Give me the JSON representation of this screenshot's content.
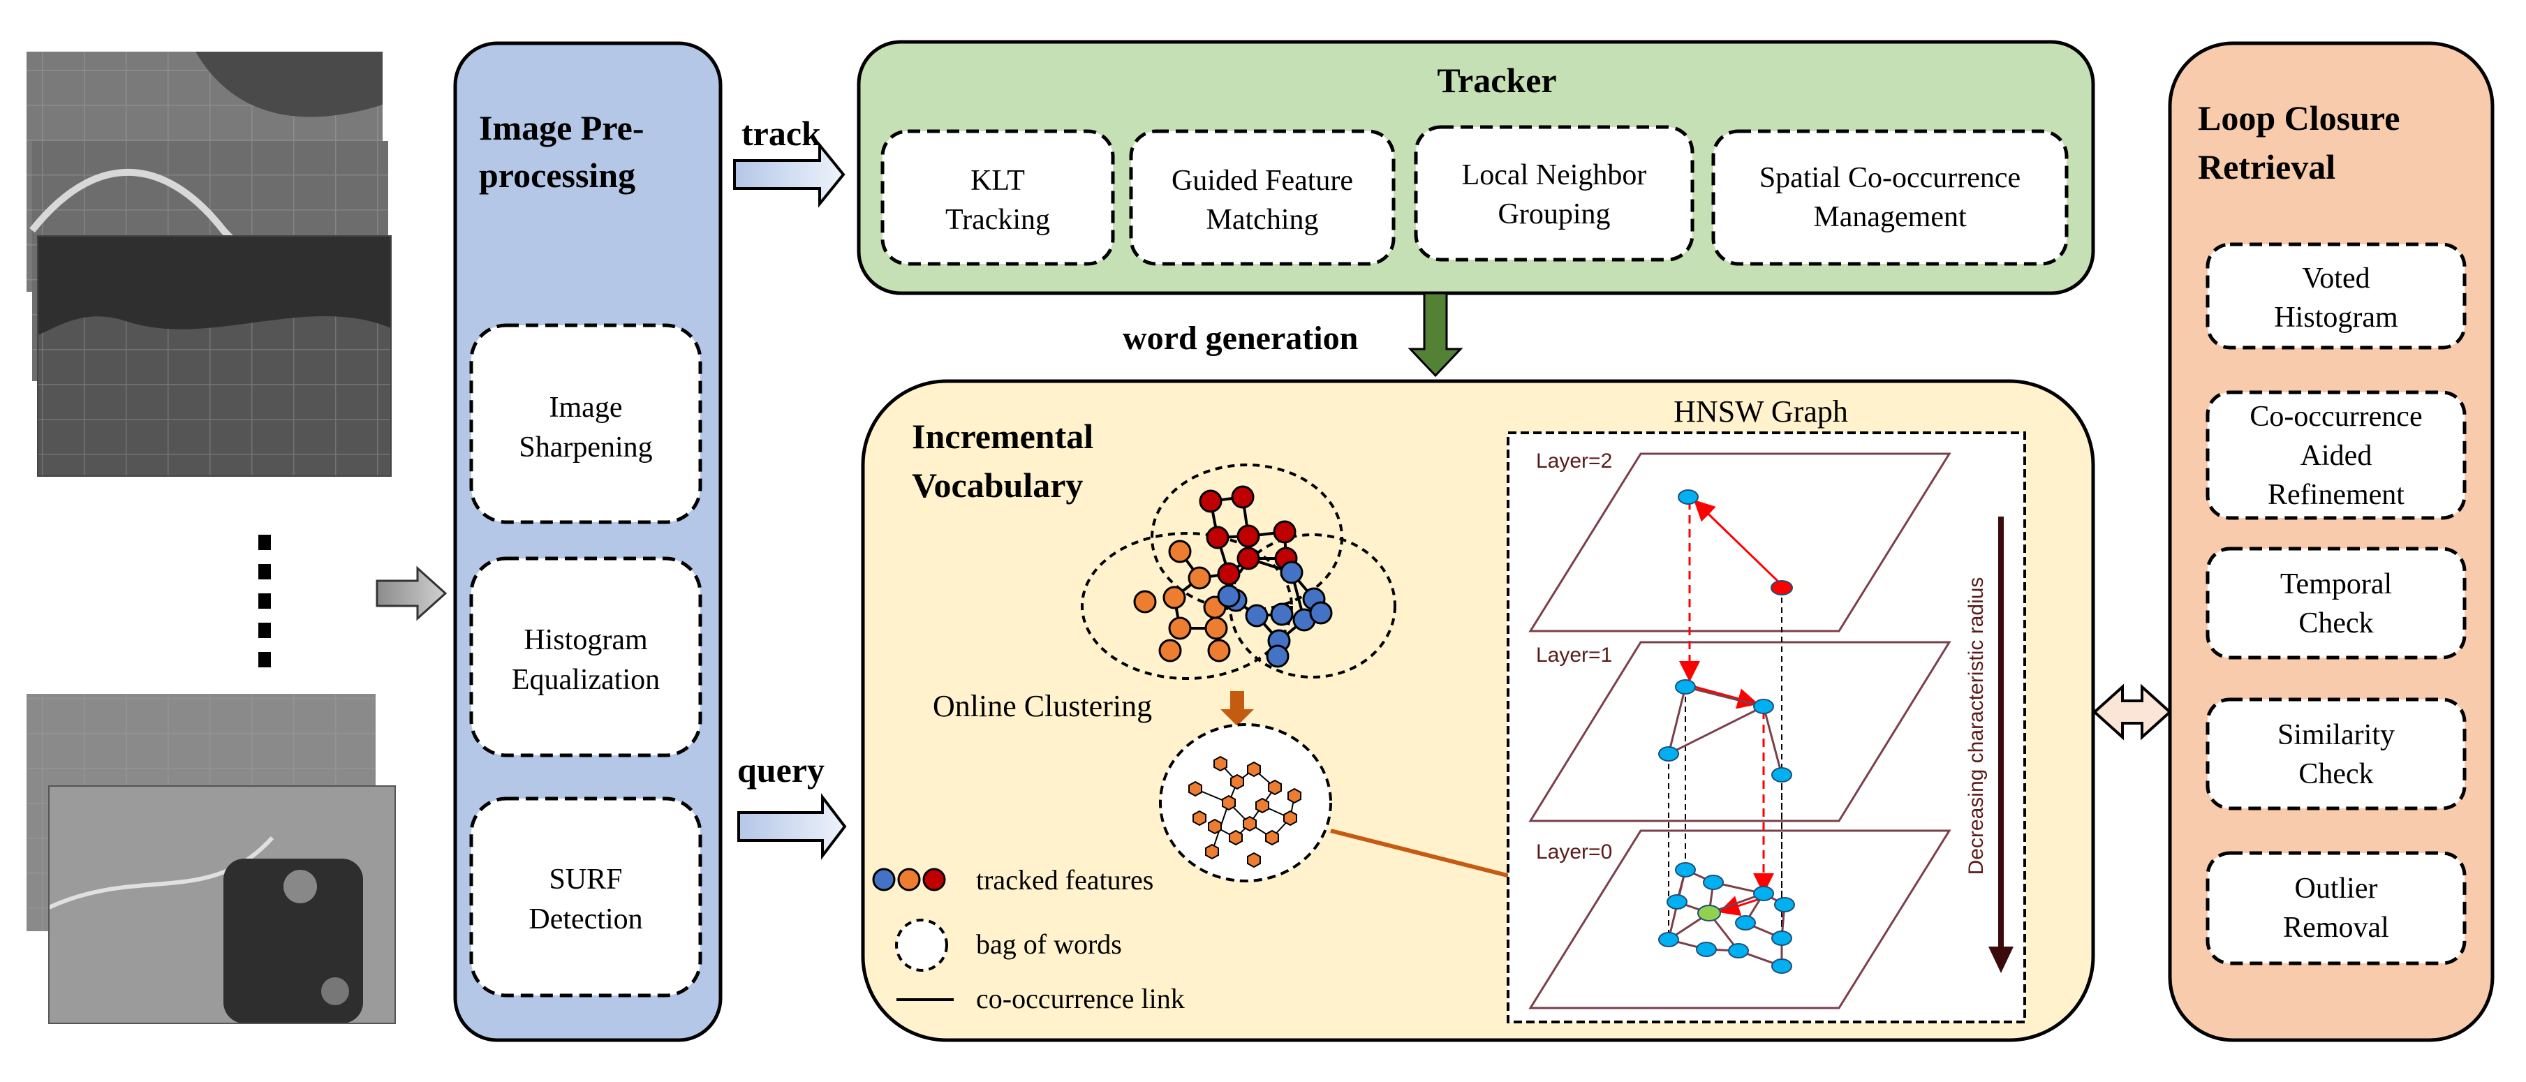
{
  "preprocessing": {
    "title_line1": "Image Pre-",
    "title_line2": "processing",
    "steps": [
      {
        "line1": "Image",
        "line2": "Sharpening"
      },
      {
        "line1": "Histogram",
        "line2": "Equalization"
      },
      {
        "line1": "SURF",
        "line2": "Detection"
      }
    ]
  },
  "arrows": {
    "track": "track",
    "query": "query",
    "word_generation": "word generation"
  },
  "tracker": {
    "title": "Tracker",
    "modules": [
      {
        "line1": "KLT",
        "line2": "Tracking"
      },
      {
        "line1": "Guided Feature",
        "line2": "Matching"
      },
      {
        "line1": "Local Neighbor",
        "line2": "Grouping"
      },
      {
        "line1": "Spatial Co-occurrence",
        "line2": "Management"
      }
    ]
  },
  "vocabulary": {
    "title_line1": "Incremental",
    "title_line2": "Vocabulary",
    "online_clustering": "Online Clustering",
    "legend": {
      "tracked_features": "tracked features",
      "bag_of_words": "bag of words",
      "cooccurrence_link": "co-occurrence link"
    }
  },
  "hnsw": {
    "title": "HNSW Graph",
    "layers": [
      "Layer=2",
      "Layer=1",
      "Layer=0"
    ],
    "axis_label": "Decreasing characteristic radius"
  },
  "loop_closure": {
    "title_line1": "Loop Closure",
    "title_line2": "Retrieval",
    "steps": [
      {
        "lines": [
          "Voted",
          "Histogram"
        ]
      },
      {
        "lines": [
          "Co-occurrence",
          "Aided",
          "Refinement"
        ]
      },
      {
        "lines": [
          "Temporal",
          "Check"
        ]
      },
      {
        "lines": [
          "Similarity",
          "Check"
        ]
      },
      {
        "lines": [
          "Outlier",
          "Removal"
        ]
      }
    ]
  },
  "colors": {
    "preprocessing_fill": "#b4c7e7",
    "tracker_fill": "#c5e0b4",
    "vocabulary_fill": "#fff2cc",
    "loop_fill": "#f8cbad",
    "feature_blue": "#4472c4",
    "feature_orange": "#ed7d31",
    "feature_red": "#c00000",
    "node_cyan": "#00b0f0",
    "node_red": "#ff0000",
    "node_green": "#92d050",
    "word_arrow_green": "#548235",
    "clustering_arrow": "#c55a11",
    "layer_outline": "#7b3f4a"
  }
}
